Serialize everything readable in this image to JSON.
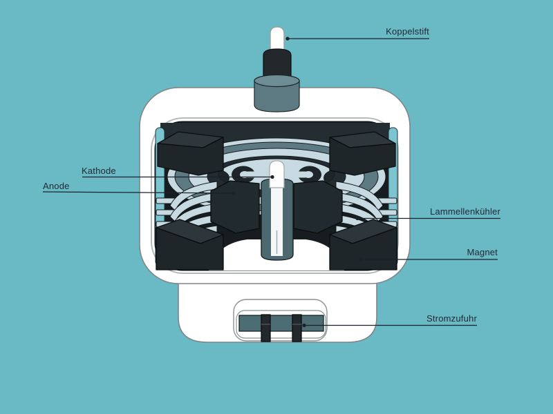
{
  "diagram": {
    "labels": [
      {
        "id": "koppelstift",
        "text": "Koppelstift"
      },
      {
        "id": "kathode",
        "text": "Kathode"
      },
      {
        "id": "anode",
        "text": "Anode"
      },
      {
        "id": "lammellenkuehler",
        "text": "Lammellenkühler"
      },
      {
        "id": "magnet",
        "text": "Magnet"
      },
      {
        "id": "stromzufuhr",
        "text": "Stromzufuhr"
      }
    ],
    "palette": {
      "background": "#69bac5",
      "casing_white": "#ffffff",
      "dark_metal": "#20282b",
      "cavity_dark": "#161c1f",
      "teal_metal": "#5d7a82",
      "fin_light": "#c7dae1",
      "inner_wall_teal": "#7cc5d0",
      "connector_teal": "#4d6d74",
      "label_text": "#222836",
      "leader_line": "#1b212b"
    }
  }
}
